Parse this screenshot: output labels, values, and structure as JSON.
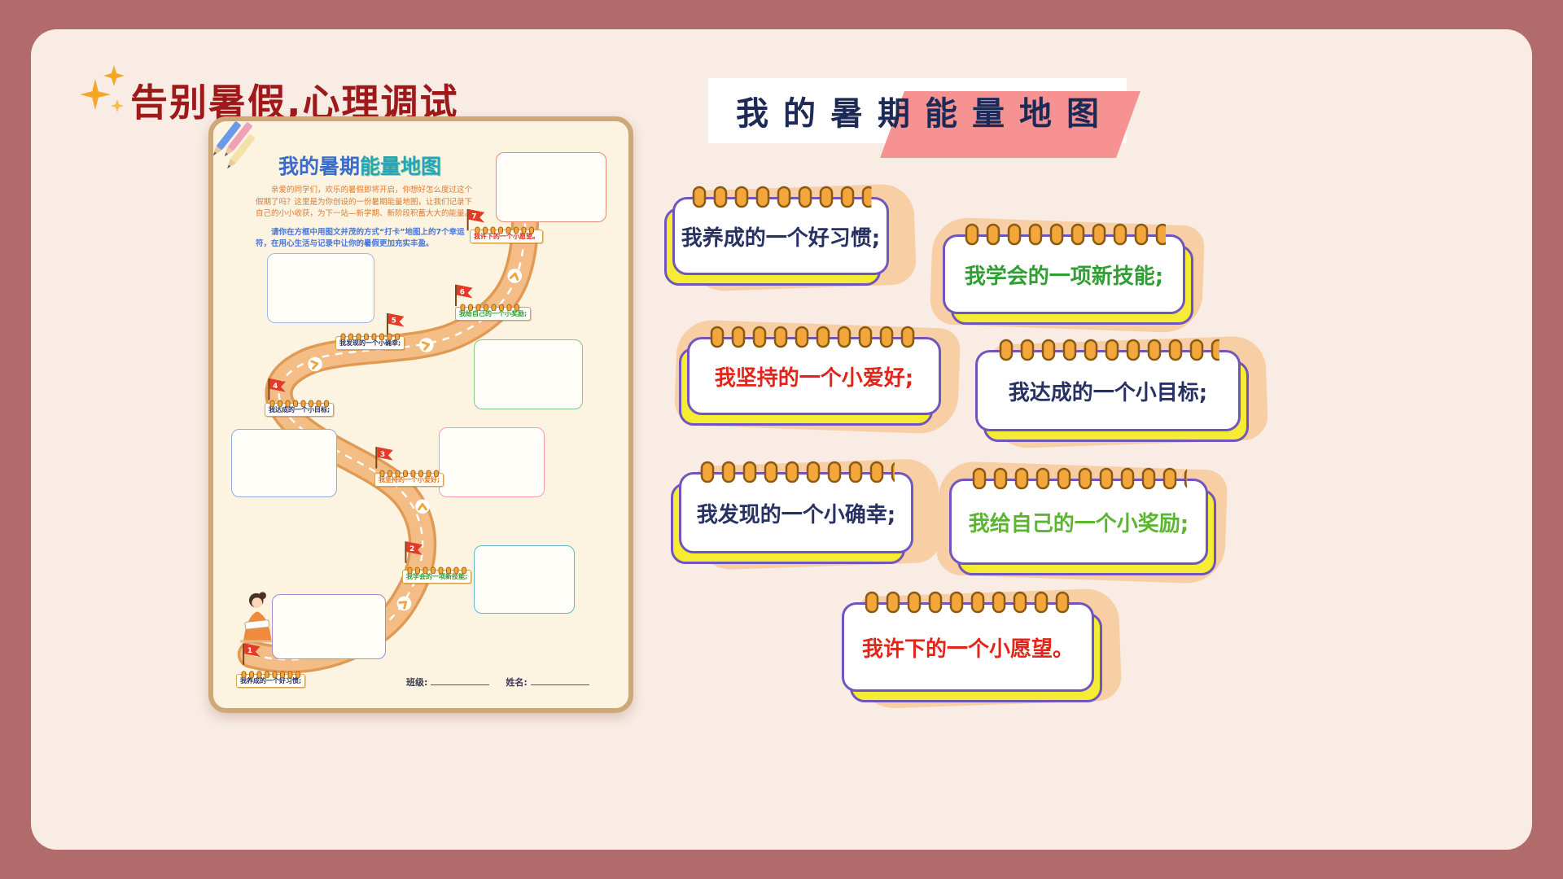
{
  "slide": {
    "title": "告别暑假,心理调试"
  },
  "banner": {
    "title": "我的暑期能量地图"
  },
  "colors": {
    "outer_background": "#b26b6b",
    "inner_background": "#f8ece4",
    "title_red": "#9e1a1a",
    "card_border_purple": "#6f55bd",
    "card_yellow": "#f6ec34",
    "card_peach": "#f8cfa4",
    "binding_orange": "#f2a63c",
    "banner_pink": "#f79292",
    "road_orange": "#f3bd85"
  },
  "cards": [
    {
      "label": "我养成的一个好习惯;",
      "color": "#273263"
    },
    {
      "label": "我学会的一项新技能;",
      "color": "#2f9e33"
    },
    {
      "label": "我坚持的一个小爱好;",
      "color": "#e1251b"
    },
    {
      "label": "我达成的一个小目标;",
      "color": "#273263"
    },
    {
      "label": "我发现的一个小确幸;",
      "color": "#273263"
    },
    {
      "label": "我给自己的一个小奖励;",
      "color": "#5cb531"
    },
    {
      "label": "我许下的一个小愿望。",
      "color": "#e1251b"
    }
  ],
  "poster": {
    "title_part1": "我的暑期",
    "title_part2": "能量地图",
    "intro": "亲爱的同学们，欢乐的暑假即将开启，你想好怎么度过这个假期了吗？这里是为你创设的一份暑期能量地图，让我们记录下自己的小小收获，为下一站—新学期、新阶段积蓄大大的能量。",
    "instruction": "请你在方框中用图文并茂的方式“打卡”地图上的7个幸运符，在用心生活与记录中让你的暑假更加充实丰盈。",
    "class_label": "班级:",
    "name_label": "姓名:",
    "stations": [
      {
        "num": "1",
        "label": "我养成的一个好习惯;",
        "color": "#273263"
      },
      {
        "num": "2",
        "label": "我学会的一项新技能;",
        "color": "#2f9e33"
      },
      {
        "num": "3",
        "label": "我坚持的一个小爱好;",
        "color": "#e07820"
      },
      {
        "num": "4",
        "label": "我达成的一个小目标;",
        "color": "#273263"
      },
      {
        "num": "5",
        "label": "我发现的一个小确幸;",
        "color": "#273263"
      },
      {
        "num": "6",
        "label": "我给自己的一个小奖励;",
        "color": "#2f9e33"
      },
      {
        "num": "7",
        "label": "我许下的一个小愿望。",
        "color": "#e1251b"
      }
    ]
  }
}
